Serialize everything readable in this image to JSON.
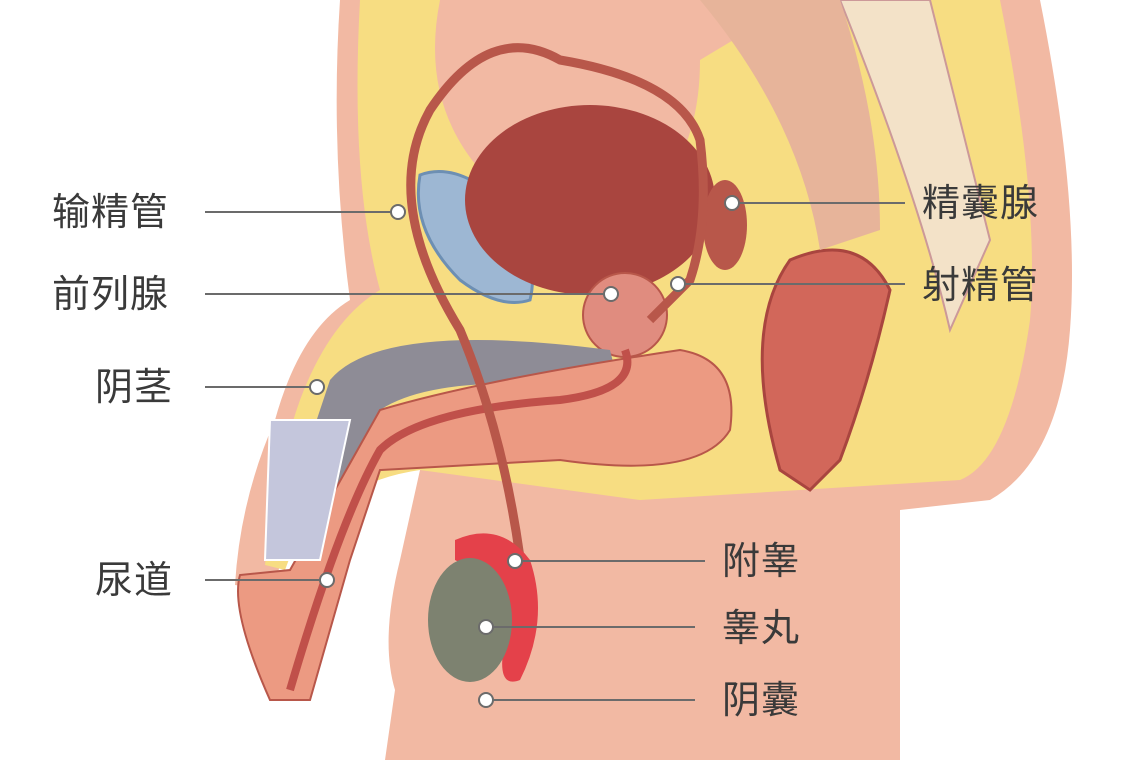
{
  "title": "male reproductive anatomy",
  "labels_left": [
    {
      "id": "vas-deferens",
      "text": "输精管"
    },
    {
      "id": "prostate",
      "text": "前列腺"
    },
    {
      "id": "penis",
      "text": "阴茎"
    },
    {
      "id": "urethra",
      "text": "尿道"
    }
  ],
  "labels_right": [
    {
      "id": "seminal-vesicle",
      "text": "精囊腺"
    },
    {
      "id": "ejaculatory-duct",
      "text": "射精管"
    },
    {
      "id": "epididymis",
      "text": "附睾"
    },
    {
      "id": "testis",
      "text": "睾丸"
    },
    {
      "id": "scrotum",
      "text": "阴囊"
    }
  ],
  "colors": {
    "skin": "#f2b9a3",
    "fat": "#f7dd82",
    "bladder": "#a9453f",
    "muscle": "#e79a86",
    "leader": "#6b6b6b"
  }
}
